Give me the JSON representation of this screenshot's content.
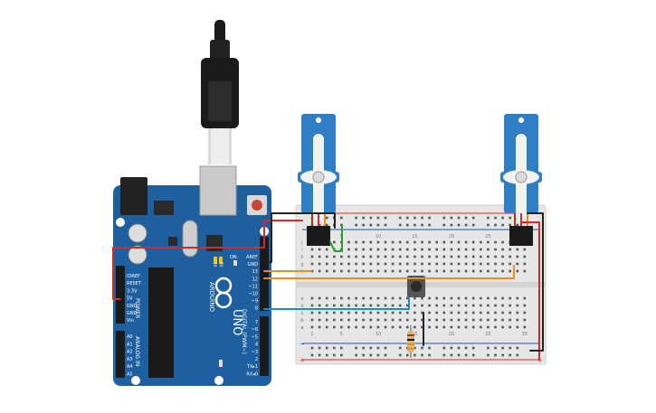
{
  "board": {
    "brand": "ARDUINO",
    "model": "UNO",
    "power_label": "POWER",
    "analog_label": "ANALOG IN",
    "digital_label": "DIGITAL (PWM~)",
    "tx_label": "TX",
    "rx_label": "RX",
    "on_label": "ON",
    "header_left_power": [
      "IOREF",
      "RESET",
      "3.3V",
      "5V",
      "GND",
      "GND",
      "Vin"
    ],
    "header_left_analog": [
      "A0",
      "A1",
      "A2",
      "A3",
      "A4",
      "A5"
    ],
    "header_right_top": [
      "AREF",
      "GND",
      "13",
      "12",
      "~11",
      "~10",
      "~9",
      "8"
    ],
    "header_right_bottom": [
      "7",
      "~6",
      "~5",
      "4",
      "~3",
      "2",
      "TX▸1",
      "RX◂0"
    ]
  },
  "breadboard": {
    "column_numbers_top": [
      "1",
      "",
      "",
      "",
      "5",
      "",
      "",
      "",
      "",
      "10",
      "",
      "",
      "",
      "",
      "15",
      "",
      "",
      "",
      "",
      "20",
      "",
      "",
      "",
      "",
      "25",
      "",
      "",
      "",
      "",
      "30"
    ],
    "rows_top": [
      "j",
      "i",
      "h",
      "g",
      "f"
    ],
    "rows_bottom": [
      "e",
      "d",
      "c",
      "b",
      "a"
    ],
    "rail_plus": "+",
    "rail_minus": "−"
  },
  "colors": {
    "arduino_blue": "#1d5f9f",
    "wire_orange": "#e8901c",
    "wire_red": "#d52a26",
    "wire_black": "#222222",
    "wire_green": "#2ca02c",
    "wire_blue": "#1b8fc9",
    "servo_blue": "#2f7fc6"
  },
  "icons": {
    "usb_cable": "usb-cable-icon",
    "push_button": "push-button-icon",
    "resistor": "resistor-icon",
    "servo": "servo-icon"
  }
}
